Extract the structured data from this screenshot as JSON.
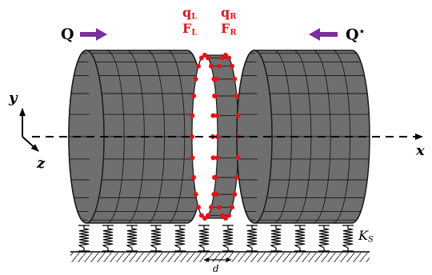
{
  "labels": {
    "q_left_force": "Q",
    "q_right_force": "Q",
    "q_right_superscript": "⋆",
    "qL_base": "q",
    "qL_sub": "L",
    "FL_base": "F",
    "FL_sub": "L",
    "qR_base": "q",
    "qR_sub": "R",
    "FR_base": "F",
    "FR_sub": "R",
    "axis_y": "y",
    "axis_z": "z",
    "axis_x": "x",
    "spring_stiffness_base": "K",
    "spring_stiffness_sub": "S",
    "spacing": "d"
  },
  "colors": {
    "cylinder_fill": "#6f6f6f",
    "cylinder_stroke": "#1a1a1a",
    "interface_dots": "#e0151b",
    "arrows": "#7a2f9e",
    "text_red": "#e0151b"
  }
}
